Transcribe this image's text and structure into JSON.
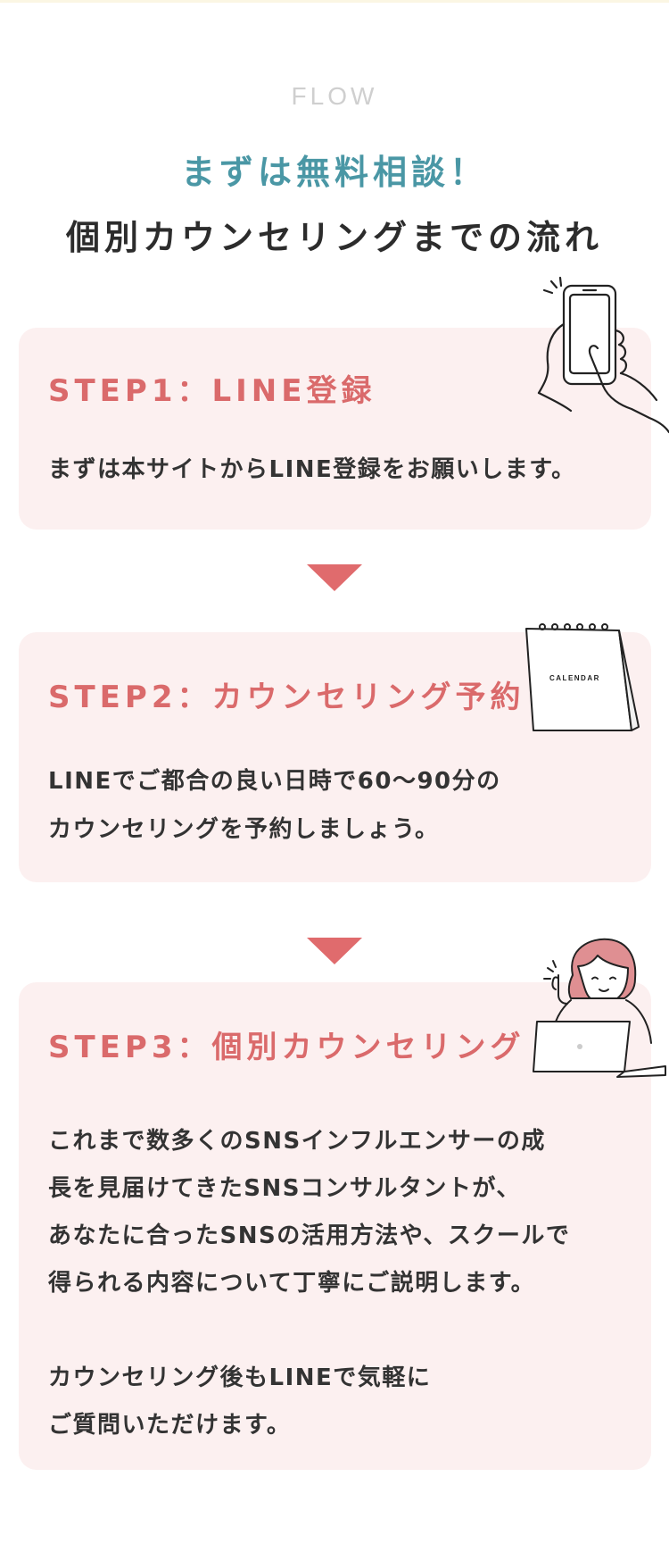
{
  "section": {
    "label": "FLOW",
    "headline_accent": "まずは無料相談！",
    "headline_main": "個別カウンセリングまでの流れ"
  },
  "steps": [
    {
      "title": "STEP1：LINE登録",
      "body_lines": [
        "まずは本サイトからLINE登録をお願いします。"
      ],
      "illustration_icon": "hand-holding-smartphone-icon"
    },
    {
      "title": "STEP2：カウンセリング予約",
      "body_lines": [
        "LINEでご都合の良い日時で60〜90分の",
        "カウンセリングを予約しましょう。"
      ],
      "illustration_icon": "desk-calendar-icon",
      "calendar_text": "CALENDAR"
    },
    {
      "title": "STEP3：個別カウンセリング",
      "body_lines": [
        "これまで数多くのSNSインフルエンサーの成",
        "長を見届けてきたSNSコンサルタントが、",
        "あなたに合ったSNSの活用方法や、スクールで",
        "得られる内容について丁寧にご説明します。",
        "",
        "カウンセリング後もLINEで気軽に",
        "ご質問いただけます。"
      ],
      "illustration_icon": "woman-with-laptop-icon"
    }
  ],
  "colors": {
    "accent_teal": "#4a97a5",
    "step_title": "#da6a6b",
    "card_background": "#fcf0f0",
    "arrow": "#e06b6d",
    "label_gray": "#cfcfcf",
    "text_dark": "#2c2c2c"
  }
}
